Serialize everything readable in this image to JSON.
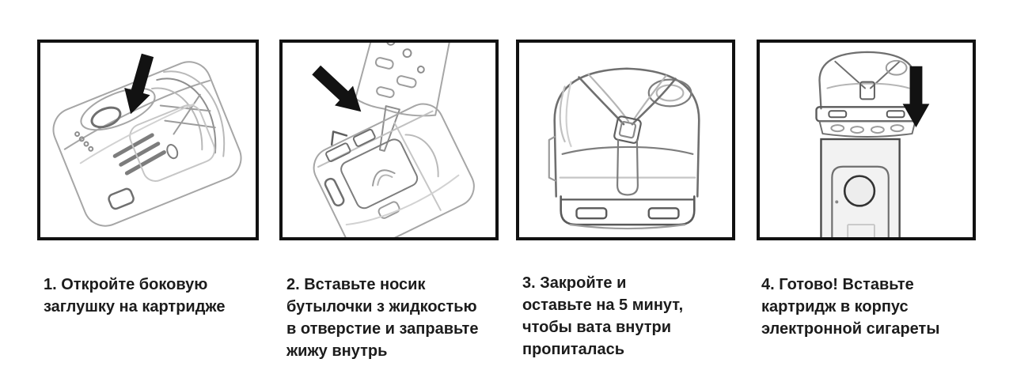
{
  "figure": {
    "kind": "vape-pod-refill-instructions",
    "language": "ru"
  },
  "steps": [
    {
      "number": "1",
      "caption": "1. Откройте боковую\nзаглушку на картридже",
      "illustration": "tilted cartridge with arrow pointing into opened side-plug hole"
    },
    {
      "number": "2",
      "caption": "2. Вставьте носик\nбутылочки з жидкостью\nв отверстие и заправьте\nжижу внутрь",
      "illustration": "bottle nozzle inserted into cartridge fill hole, arrow pointing at hole"
    },
    {
      "number": "3",
      "caption": "3. Закройте и\nоставьте на 5 минут,\nчтобы вата внутри\nпропиталась",
      "illustration": "closed cartridge front view"
    },
    {
      "number": "4",
      "caption": "4. Готово! Вставьте\nкартридж в корпус\nэлектронной сигареты",
      "illustration": "cartridge above device body with down arrow"
    }
  ],
  "colors": {
    "background": "#ffffff",
    "panel_border": "#111111",
    "arrow": "#121212",
    "text": "#1c1c1c",
    "sketch_gray": "#a6a6a6"
  }
}
